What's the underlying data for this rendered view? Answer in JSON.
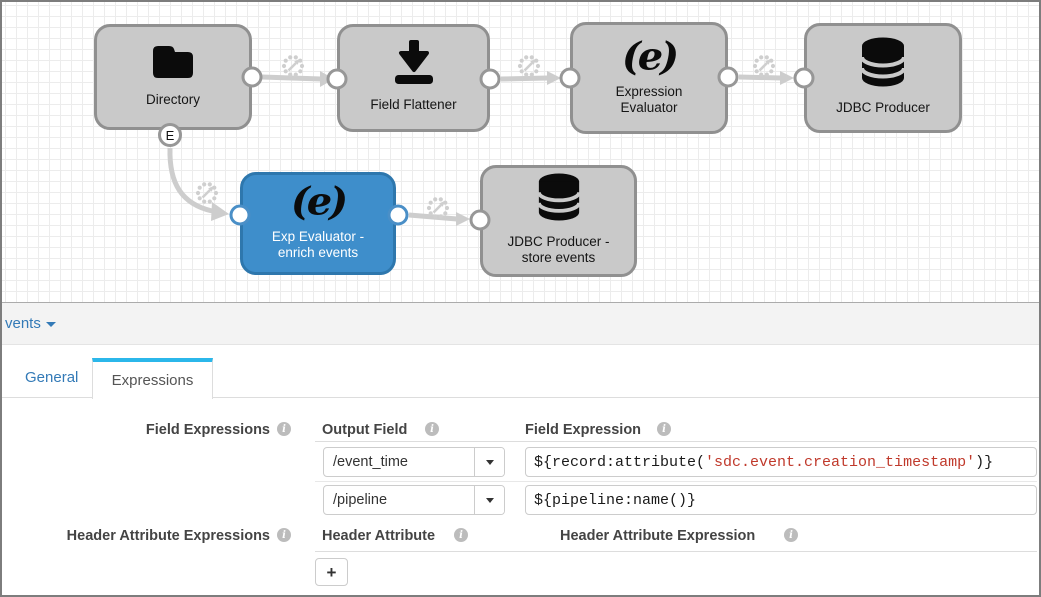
{
  "colors": {
    "accent_cyan": "#2bb7ea",
    "link_blue": "#337ab7",
    "selected_node_blue": "#3e8ecb",
    "node_gray": "#c9c9c9",
    "expression_string_red": "#c0392b"
  },
  "canvas": {
    "nodes": [
      {
        "id": "directory",
        "label": "Directory",
        "icon": "folder-icon",
        "selected": false
      },
      {
        "id": "field-flattener",
        "label": "Field Flattener",
        "icon": "flatten-arrow-icon",
        "selected": false
      },
      {
        "id": "expression-evaluator",
        "label": "Expression Evaluator",
        "icon": "expression-e-icon",
        "selected": false
      },
      {
        "id": "jdbc-producer",
        "label": "JDBC Producer",
        "icon": "database-icon",
        "selected": false
      },
      {
        "id": "exp-evaluator-enrich-events",
        "label": "Exp Evaluator - enrich events",
        "icon": "expression-e-icon",
        "selected": true
      },
      {
        "id": "jdbc-producer-store-events",
        "label": "JDBC Producer - store events",
        "icon": "database-icon",
        "selected": false
      }
    ],
    "event_badge_label": "E",
    "expression_icon_glyph": "(e)"
  },
  "panel": {
    "breadcrumb_label": "vents",
    "tabs": {
      "general": "General",
      "expressions": "Expressions"
    },
    "form": {
      "field_expressions_label": "Field Expressions",
      "output_field_label": "Output Field",
      "field_expression_label": "Field Expression",
      "rows": [
        {
          "output_field": "/event_time",
          "expr_pre": "${record:attribute(",
          "expr_string": "'sdc.event.creation_timestamp'",
          "expr_post": ")}"
        },
        {
          "output_field": "/pipeline",
          "expr_pre": "${pipeline:name()}",
          "expr_string": "",
          "expr_post": ""
        }
      ],
      "header_attribute_expressions_label": "Header Attribute Expressions",
      "header_attribute_label": "Header Attribute",
      "header_attribute_expression_label": "Header Attribute Expression",
      "add_button_label": "+",
      "info_icon_glyph": "i"
    }
  }
}
